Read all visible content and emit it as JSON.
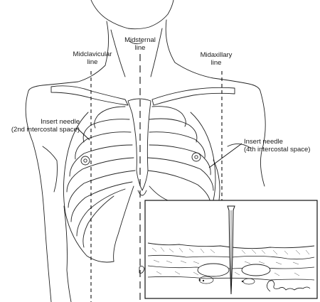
{
  "labels": {
    "midsternal": [
      "Midsternal",
      "line"
    ],
    "midclavicular": [
      "Midclavicular",
      "line"
    ],
    "midaxillary": [
      "Midaxillary",
      "line"
    ],
    "needle_second": [
      "Insert needle",
      "(2nd intercostal space)"
    ],
    "needle_fourth": [
      "Insert needle",
      "(4th intercostal space)"
    ]
  },
  "colors": {
    "ink": "#1a1a1a",
    "paper": "#ffffff"
  }
}
